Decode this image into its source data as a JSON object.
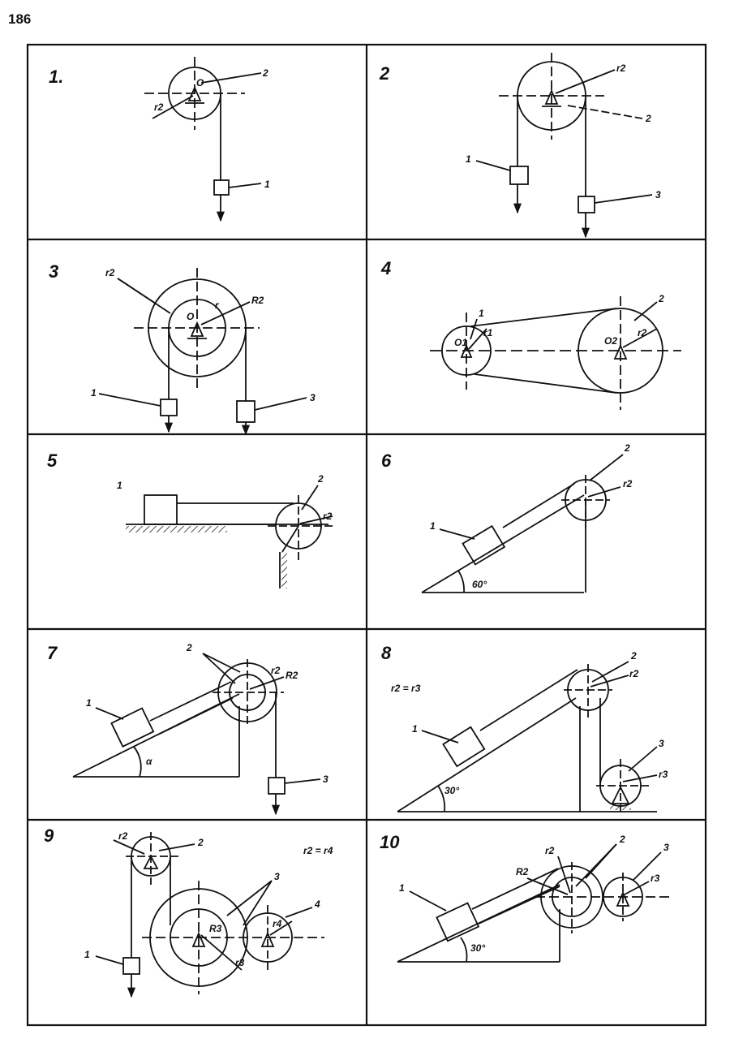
{
  "page_number": "186",
  "colors": {
    "ink": "#111111",
    "paper": "#ffffff"
  },
  "panels": [
    {
      "number": "1.",
      "labels": {
        "center": "O",
        "pulley": "2",
        "radius": "r2",
        "load": "1"
      }
    },
    {
      "number": "2",
      "labels": {
        "radius": "r2",
        "pulley": "2",
        "load_left": "1",
        "load_right": "3"
      }
    },
    {
      "number": "3",
      "labels": {
        "radii_group": "r2",
        "center": "O",
        "inner_r": "r",
        "outer_r": "R2",
        "load_left": "1",
        "load_right": "3"
      }
    },
    {
      "number": "4",
      "labels": {
        "small_pulley": "1",
        "small_center": "O1",
        "small_r": "r1",
        "big_pulley": "2",
        "big_center": "O2",
        "big_r": "r2"
      }
    },
    {
      "number": "5",
      "labels": {
        "block": "1",
        "pulley": "2",
        "radius": "r2"
      }
    },
    {
      "number": "6",
      "labels": {
        "block": "1",
        "pulley": "2",
        "radius": "r2",
        "angle": "60°"
      }
    },
    {
      "number": "7",
      "labels": {
        "block": "1",
        "pulley": "2",
        "inner_r": "r2",
        "outer_r": "R2",
        "load": "3",
        "angle": "α"
      }
    },
    {
      "number": "8",
      "labels": {
        "equation": "r2 = r3",
        "block": "1",
        "pulley": "2",
        "radius2": "r2",
        "wheel": "3",
        "radius3": "r3",
        "angle": "30°"
      }
    },
    {
      "number": "9",
      "labels": {
        "pulley_r": "r2",
        "pulley": "2",
        "equation": "r2 = r4",
        "load": "1",
        "wheel": "3",
        "wheel_r": "R3",
        "wheel_small": "r3",
        "gear": "4",
        "gear_r": "r4"
      }
    },
    {
      "number": "10",
      "labels": {
        "block": "1",
        "wheel": "2",
        "outer_r": "R2",
        "inner_r": "r2",
        "gear": "3",
        "gear_r": "r3",
        "angle": "30°"
      }
    }
  ]
}
